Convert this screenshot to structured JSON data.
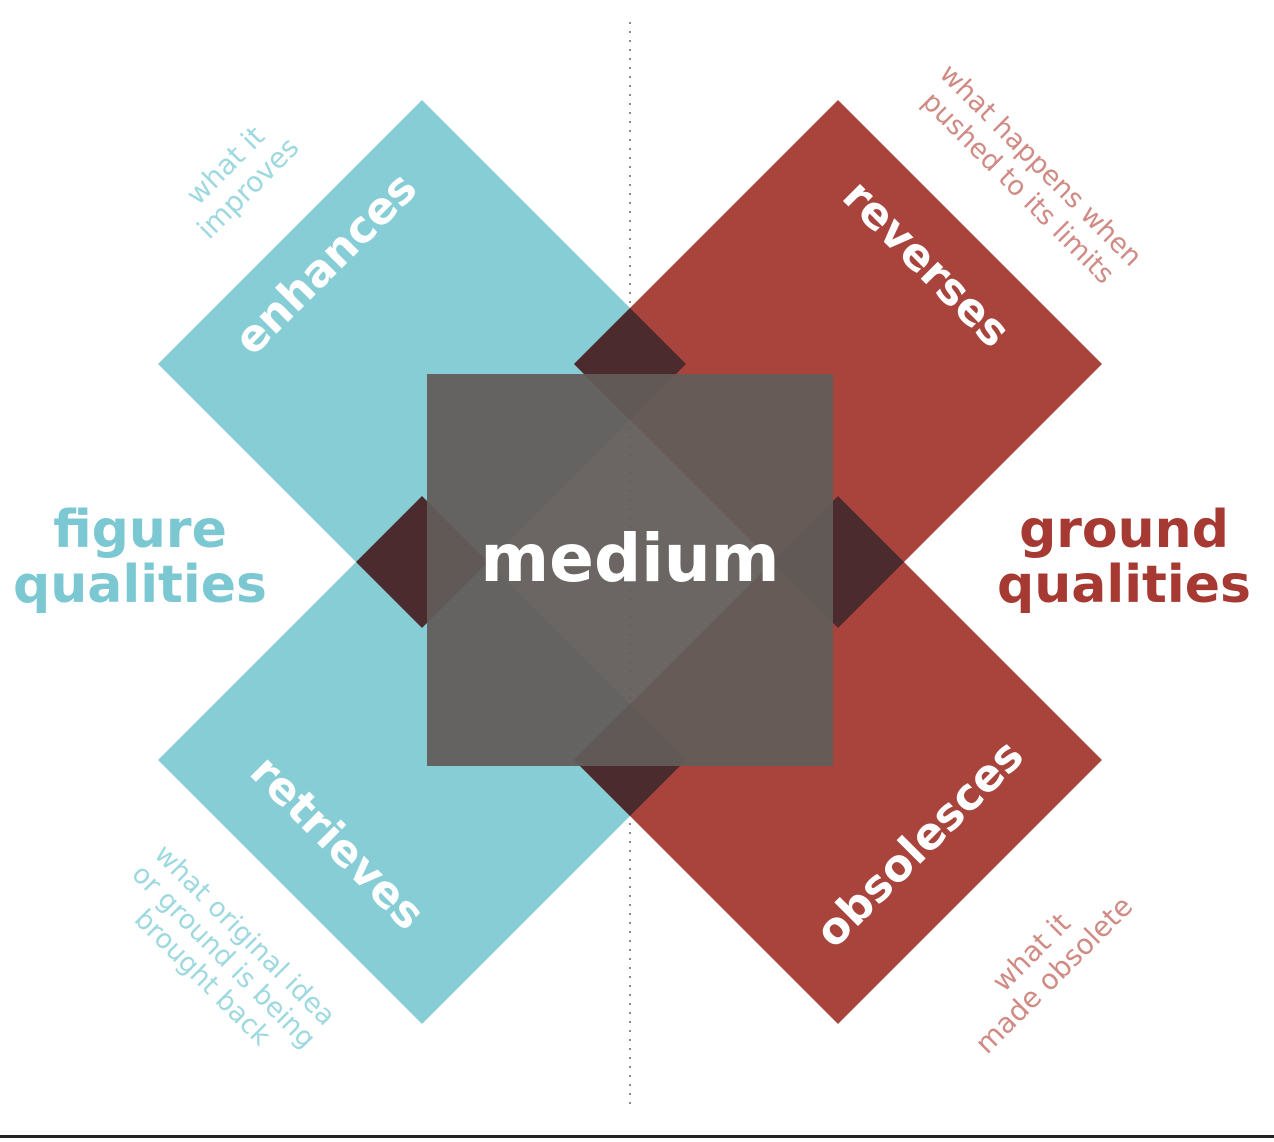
{
  "diagram": {
    "center_label": "medium",
    "left_side": {
      "line1": "figure",
      "line2": "qualities"
    },
    "right_side": {
      "line1": "ground",
      "line2": "qualities"
    },
    "quadrants": {
      "enhances": {
        "label": "enhances",
        "note": [
          "what it",
          "improves"
        ]
      },
      "reverses": {
        "label": "reverses",
        "note": [
          "what happens when",
          "pushed to its limits"
        ]
      },
      "retrieves": {
        "label": "retrieves",
        "note": [
          "what original idea",
          "or ground is being",
          "brought back"
        ]
      },
      "obsolesces": {
        "label": "obsolesces",
        "note": [
          "what it",
          "made obsolete"
        ]
      }
    },
    "colors": {
      "figure": "#86CDD6",
      "ground": "#A9443D",
      "overlap": "#4B2B2D",
      "medium_box": "#625C59",
      "figure_note": "#9FD9E0",
      "ground_note": "#D08B85",
      "figure_heading": "#7CC8D2",
      "ground_heading": "#A63A33",
      "center_text": "#FFFFFF"
    }
  }
}
